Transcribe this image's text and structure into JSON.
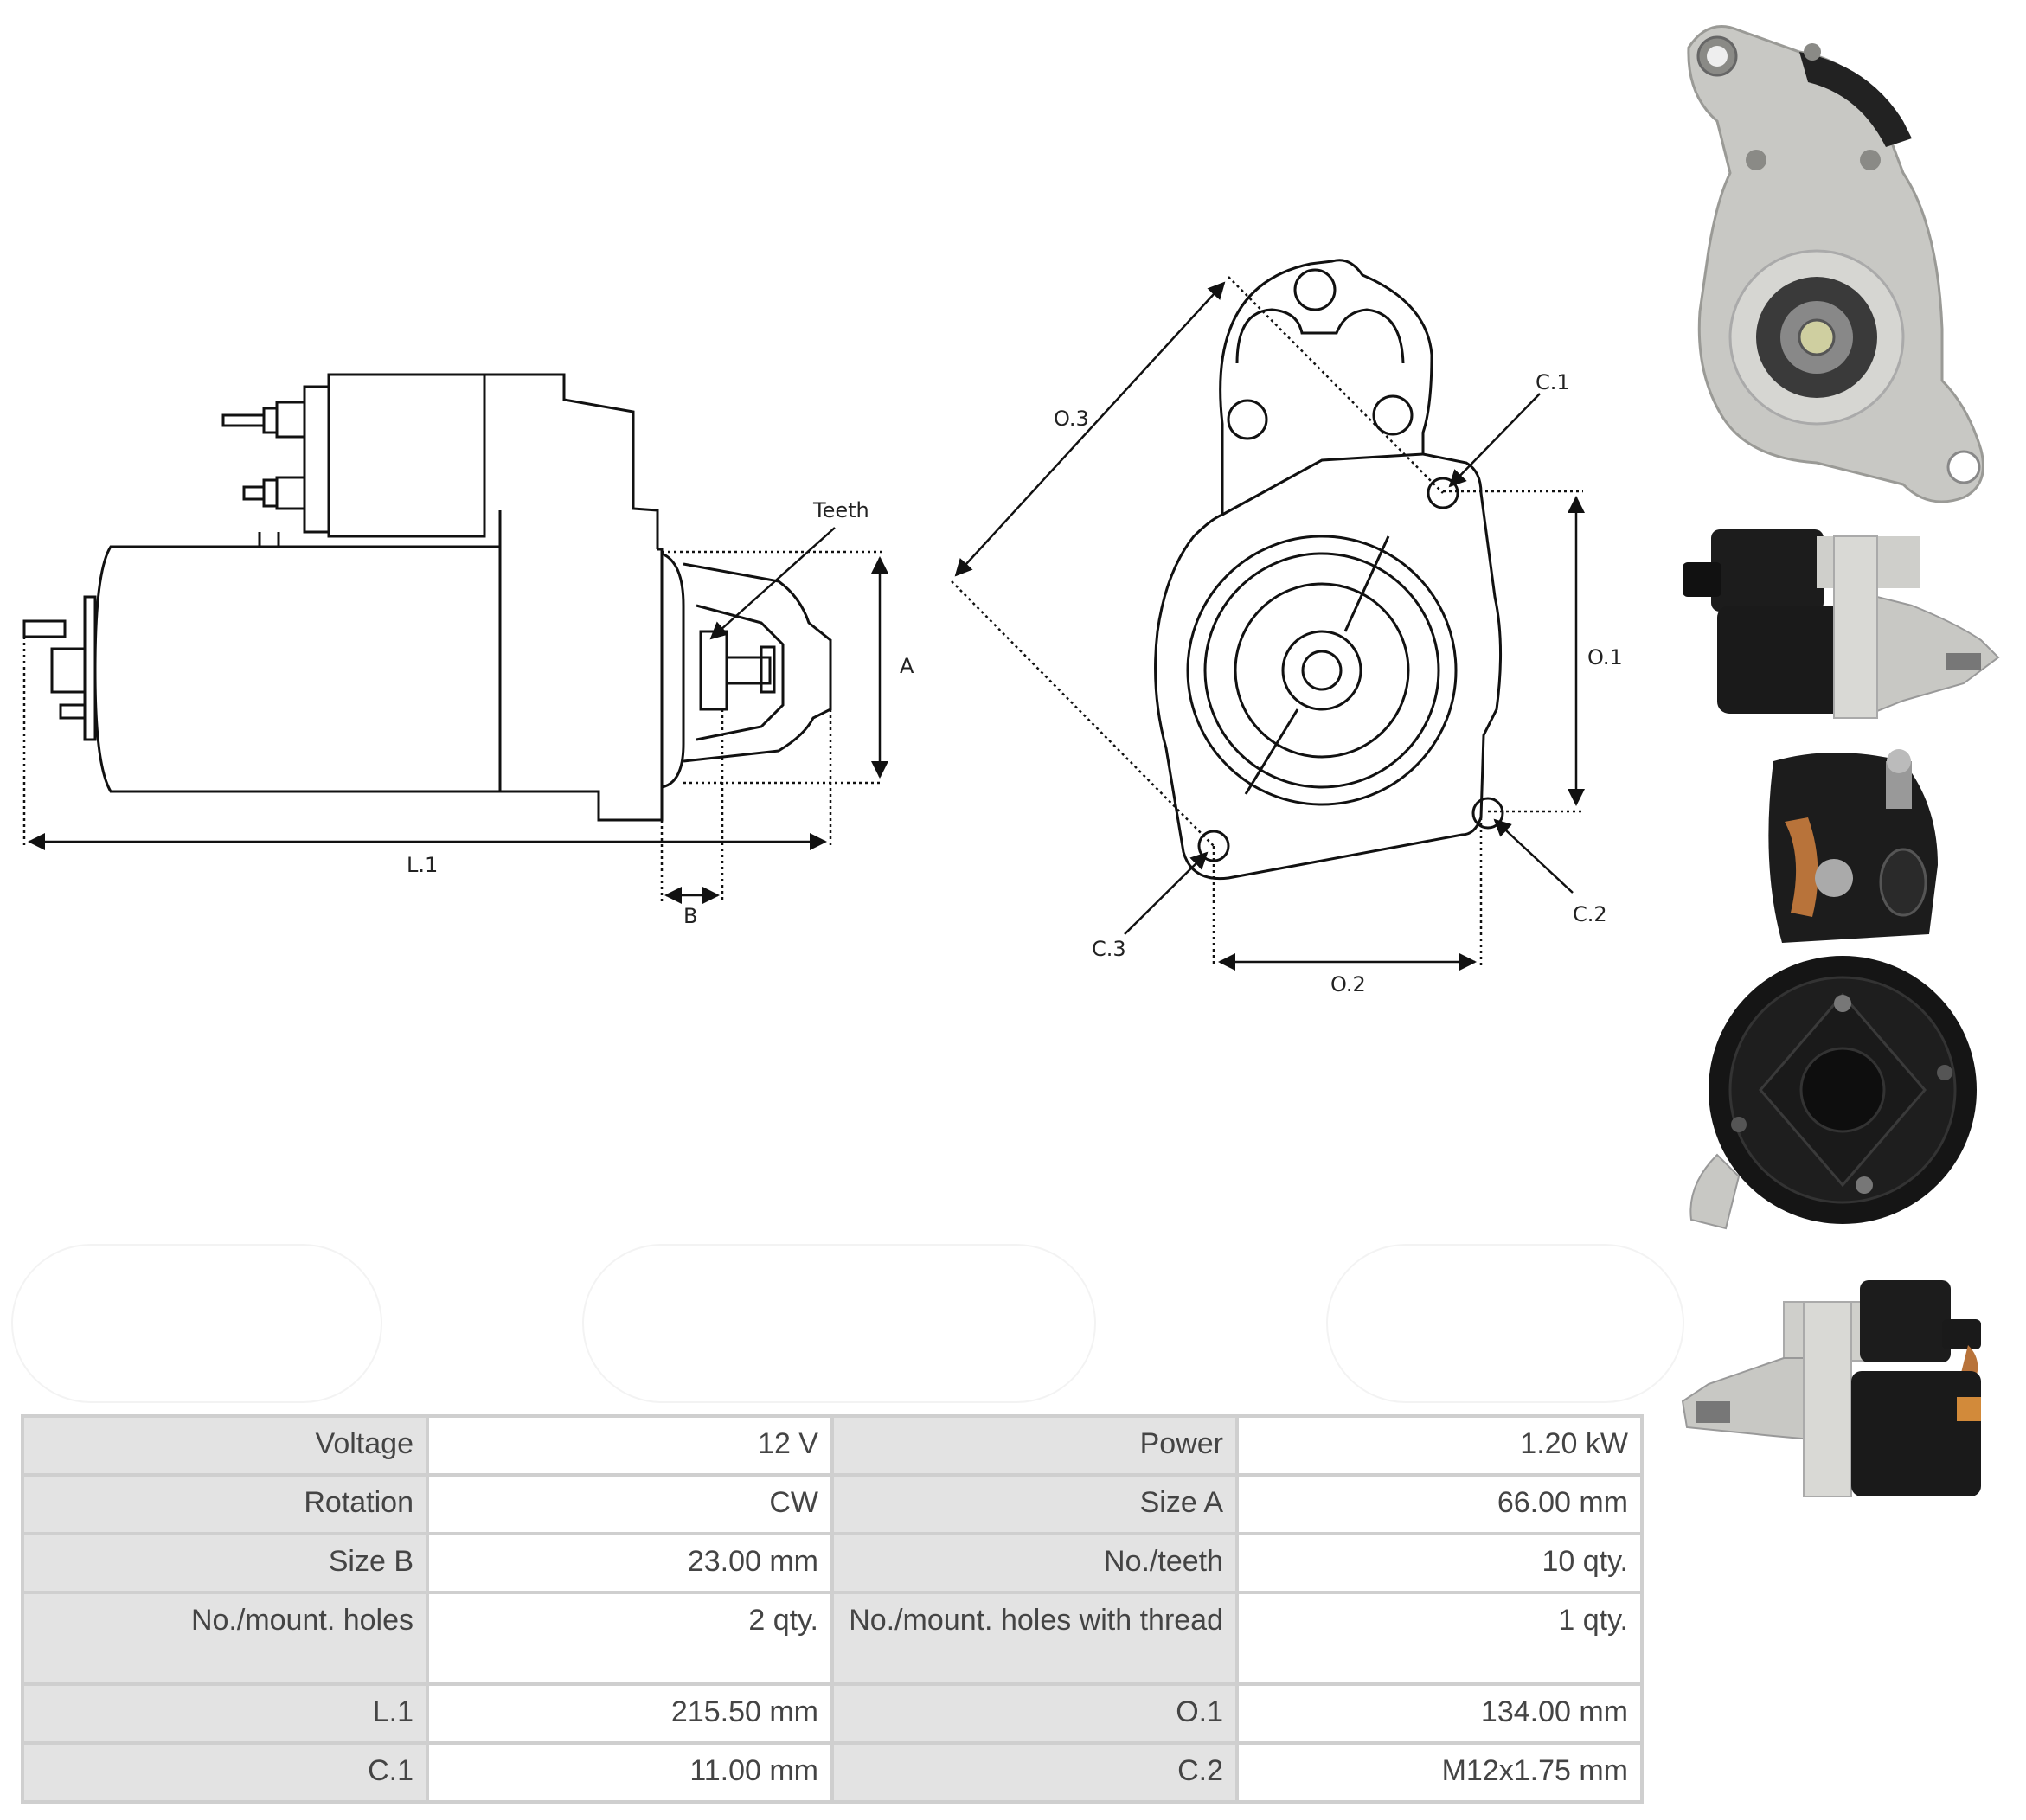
{
  "side_view": {
    "teeth_label": "Teeth",
    "a_label": "A",
    "l1_label": "L.1",
    "b_label": "B"
  },
  "front_view": {
    "o3_label": "O.3",
    "c1_label": "C.1",
    "o1_label": "O.1",
    "c2_label": "C.2",
    "c3_label": "C.3",
    "o2_label": "O.2"
  },
  "specs": {
    "rows": [
      {
        "l1": "Voltage",
        "v1": "12 V",
        "l2": "Power",
        "v2": "1.20 kW"
      },
      {
        "l1": "Rotation",
        "v1": "CW",
        "l2": "Size A",
        "v2": "66.00 mm"
      },
      {
        "l1": "Size B",
        "v1": "23.00 mm",
        "l2": "No./teeth",
        "v2": "10 qty."
      },
      {
        "l1": "No./mount. holes",
        "v1": "2 qty.",
        "l2": "No./mount. holes with thread",
        "v2": "1 qty."
      },
      {
        "l1": "L.1",
        "v1": "215.50 mm",
        "l2": "O.1",
        "v2": "134.00 mm"
      },
      {
        "l1": "C.1",
        "v1": "11.00 mm",
        "l2": "C.2",
        "v2": "M12x1.75 mm"
      }
    ]
  },
  "colors": {
    "housing_silver": "#c8c8c4",
    "body_black": "#1c1c1c",
    "copper": "#b8733a",
    "table_label_bg": "#e3e3e3",
    "table_border": "#cfcfcf"
  }
}
